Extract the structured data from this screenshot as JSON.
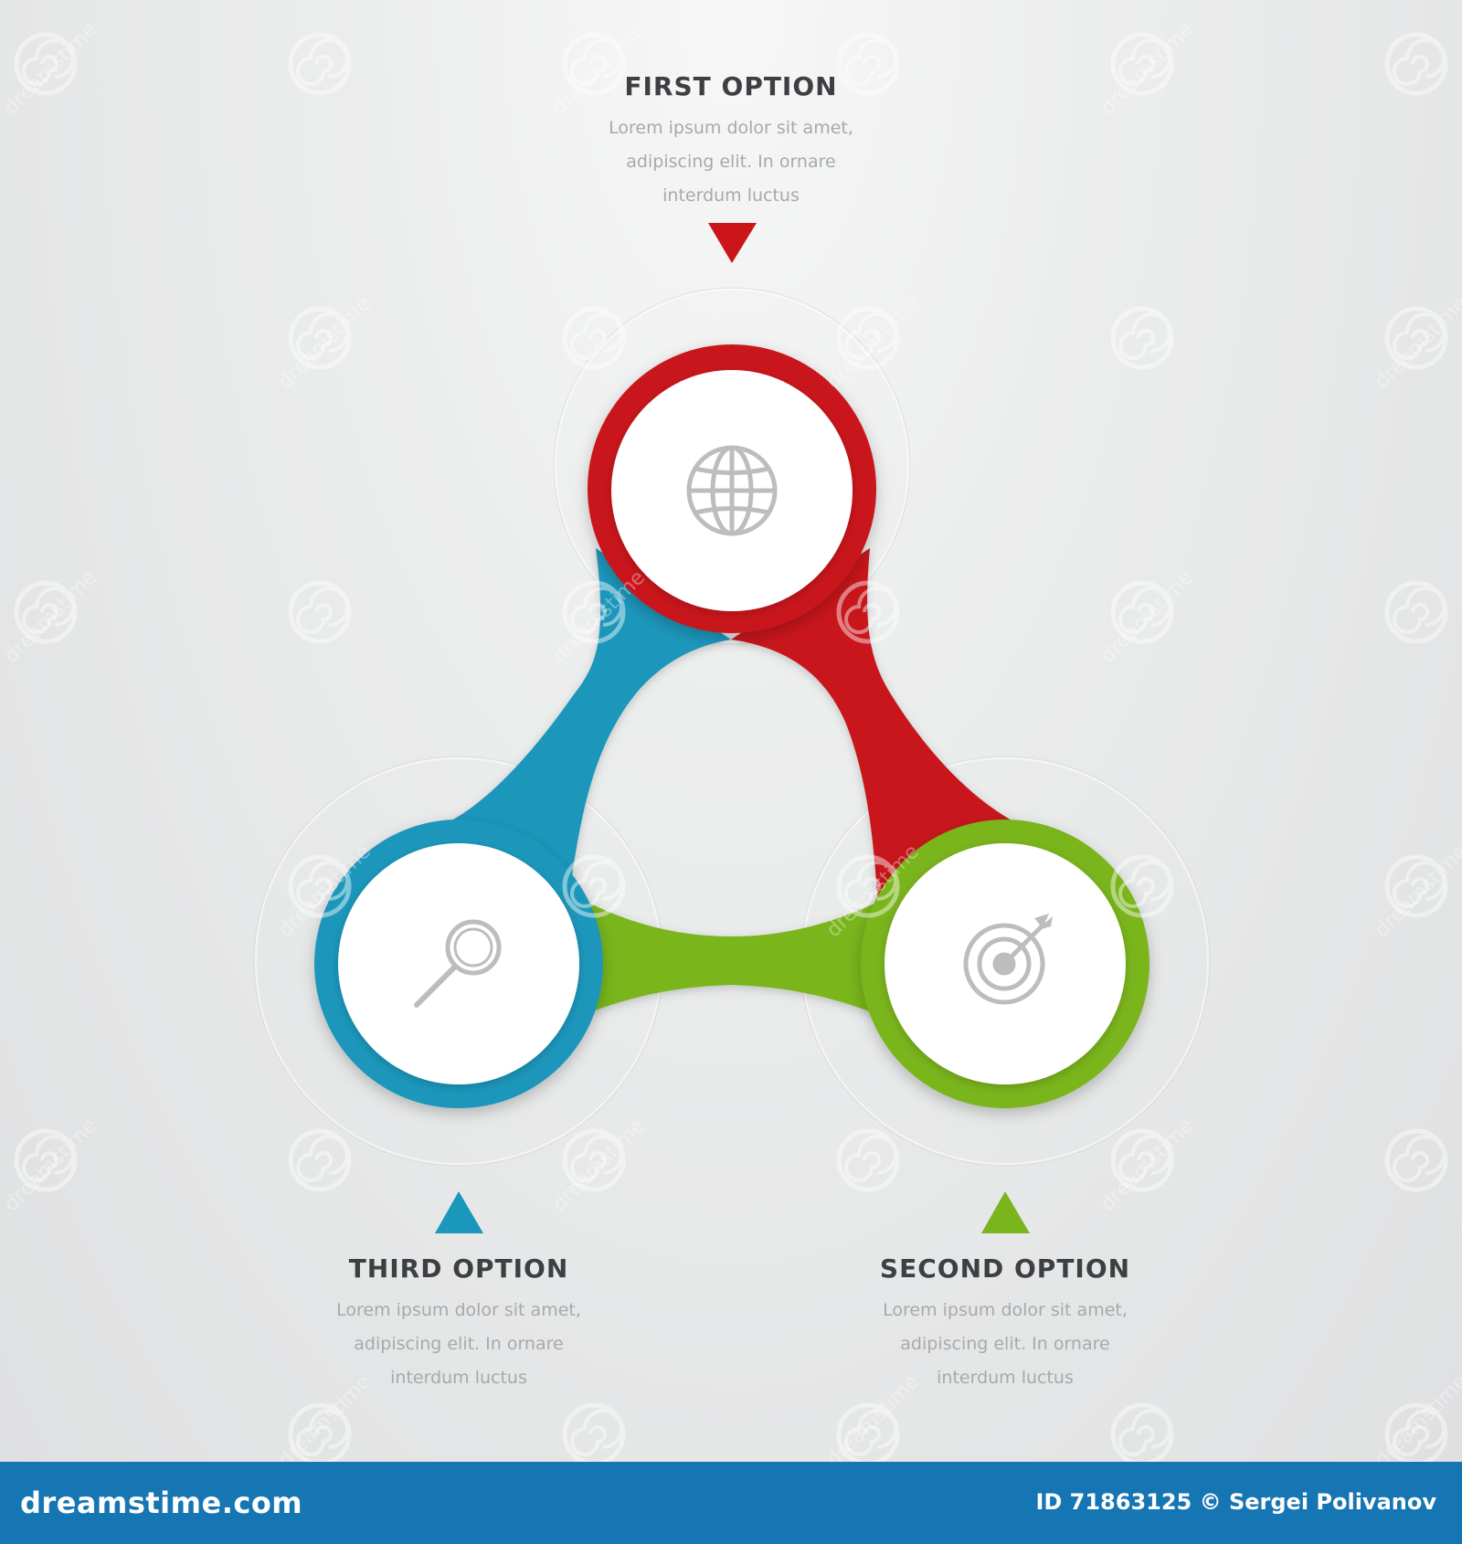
{
  "options": [
    {
      "id": "first",
      "title": "FIRST OPTION",
      "desc_lines": [
        "Lorem ipsum dolor sit amet,",
        "adipiscing elit. In ornare",
        "interdum luctus"
      ],
      "color": "#cc1518",
      "icon": "globe-icon"
    },
    {
      "id": "second",
      "title": "SECOND OPTION",
      "desc_lines": [
        "Lorem ipsum dolor sit amet,",
        "adipiscing elit. In ornare",
        "interdum luctus"
      ],
      "color": "#7ab51d",
      "icon": "target-icon"
    },
    {
      "id": "third",
      "title": "THIRD OPTION",
      "desc_lines": [
        "Lorem ipsum dolor sit amet,",
        "adipiscing elit. In ornare",
        "interdum luctus"
      ],
      "color": "#1a97bb",
      "icon": "magnifier-icon"
    }
  ],
  "watermark": {
    "text": "dreamstime",
    "icon": "spiral-icon"
  },
  "footer": {
    "brand": "dreamstime.com",
    "credit": "ID 71863125 © Sergei Polivanov",
    "background": "#1675b3"
  }
}
